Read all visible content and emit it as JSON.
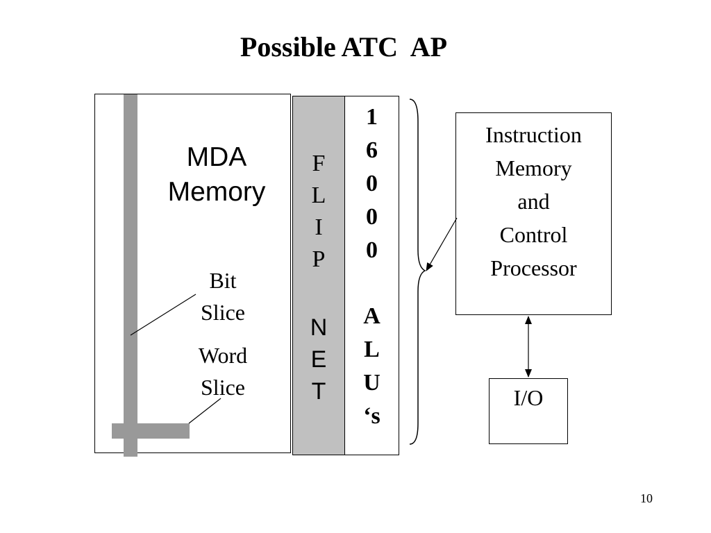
{
  "title": "Possible ATC  AP",
  "mda_memory": {
    "label_lines": [
      "MDA",
      "Memory"
    ],
    "bit_slice_lines": [
      "Bit",
      "Slice"
    ],
    "word_slice_lines": [
      "Word",
      "Slice"
    ]
  },
  "flip_net": {
    "top_letters": [
      "F",
      "L",
      "I",
      "P"
    ],
    "bottom_letters": [
      "N",
      "E",
      "T"
    ]
  },
  "alus": {
    "count_digits": [
      "1",
      "6",
      "0",
      "0",
      "0"
    ],
    "label_letters": [
      "A",
      "L",
      "U",
      "‘s"
    ]
  },
  "instruction_memory": {
    "label_lines": [
      "Instruction",
      "Memory",
      "and",
      "Control",
      "Processor"
    ]
  },
  "io": {
    "label": "I/O"
  },
  "page_number": "10"
}
